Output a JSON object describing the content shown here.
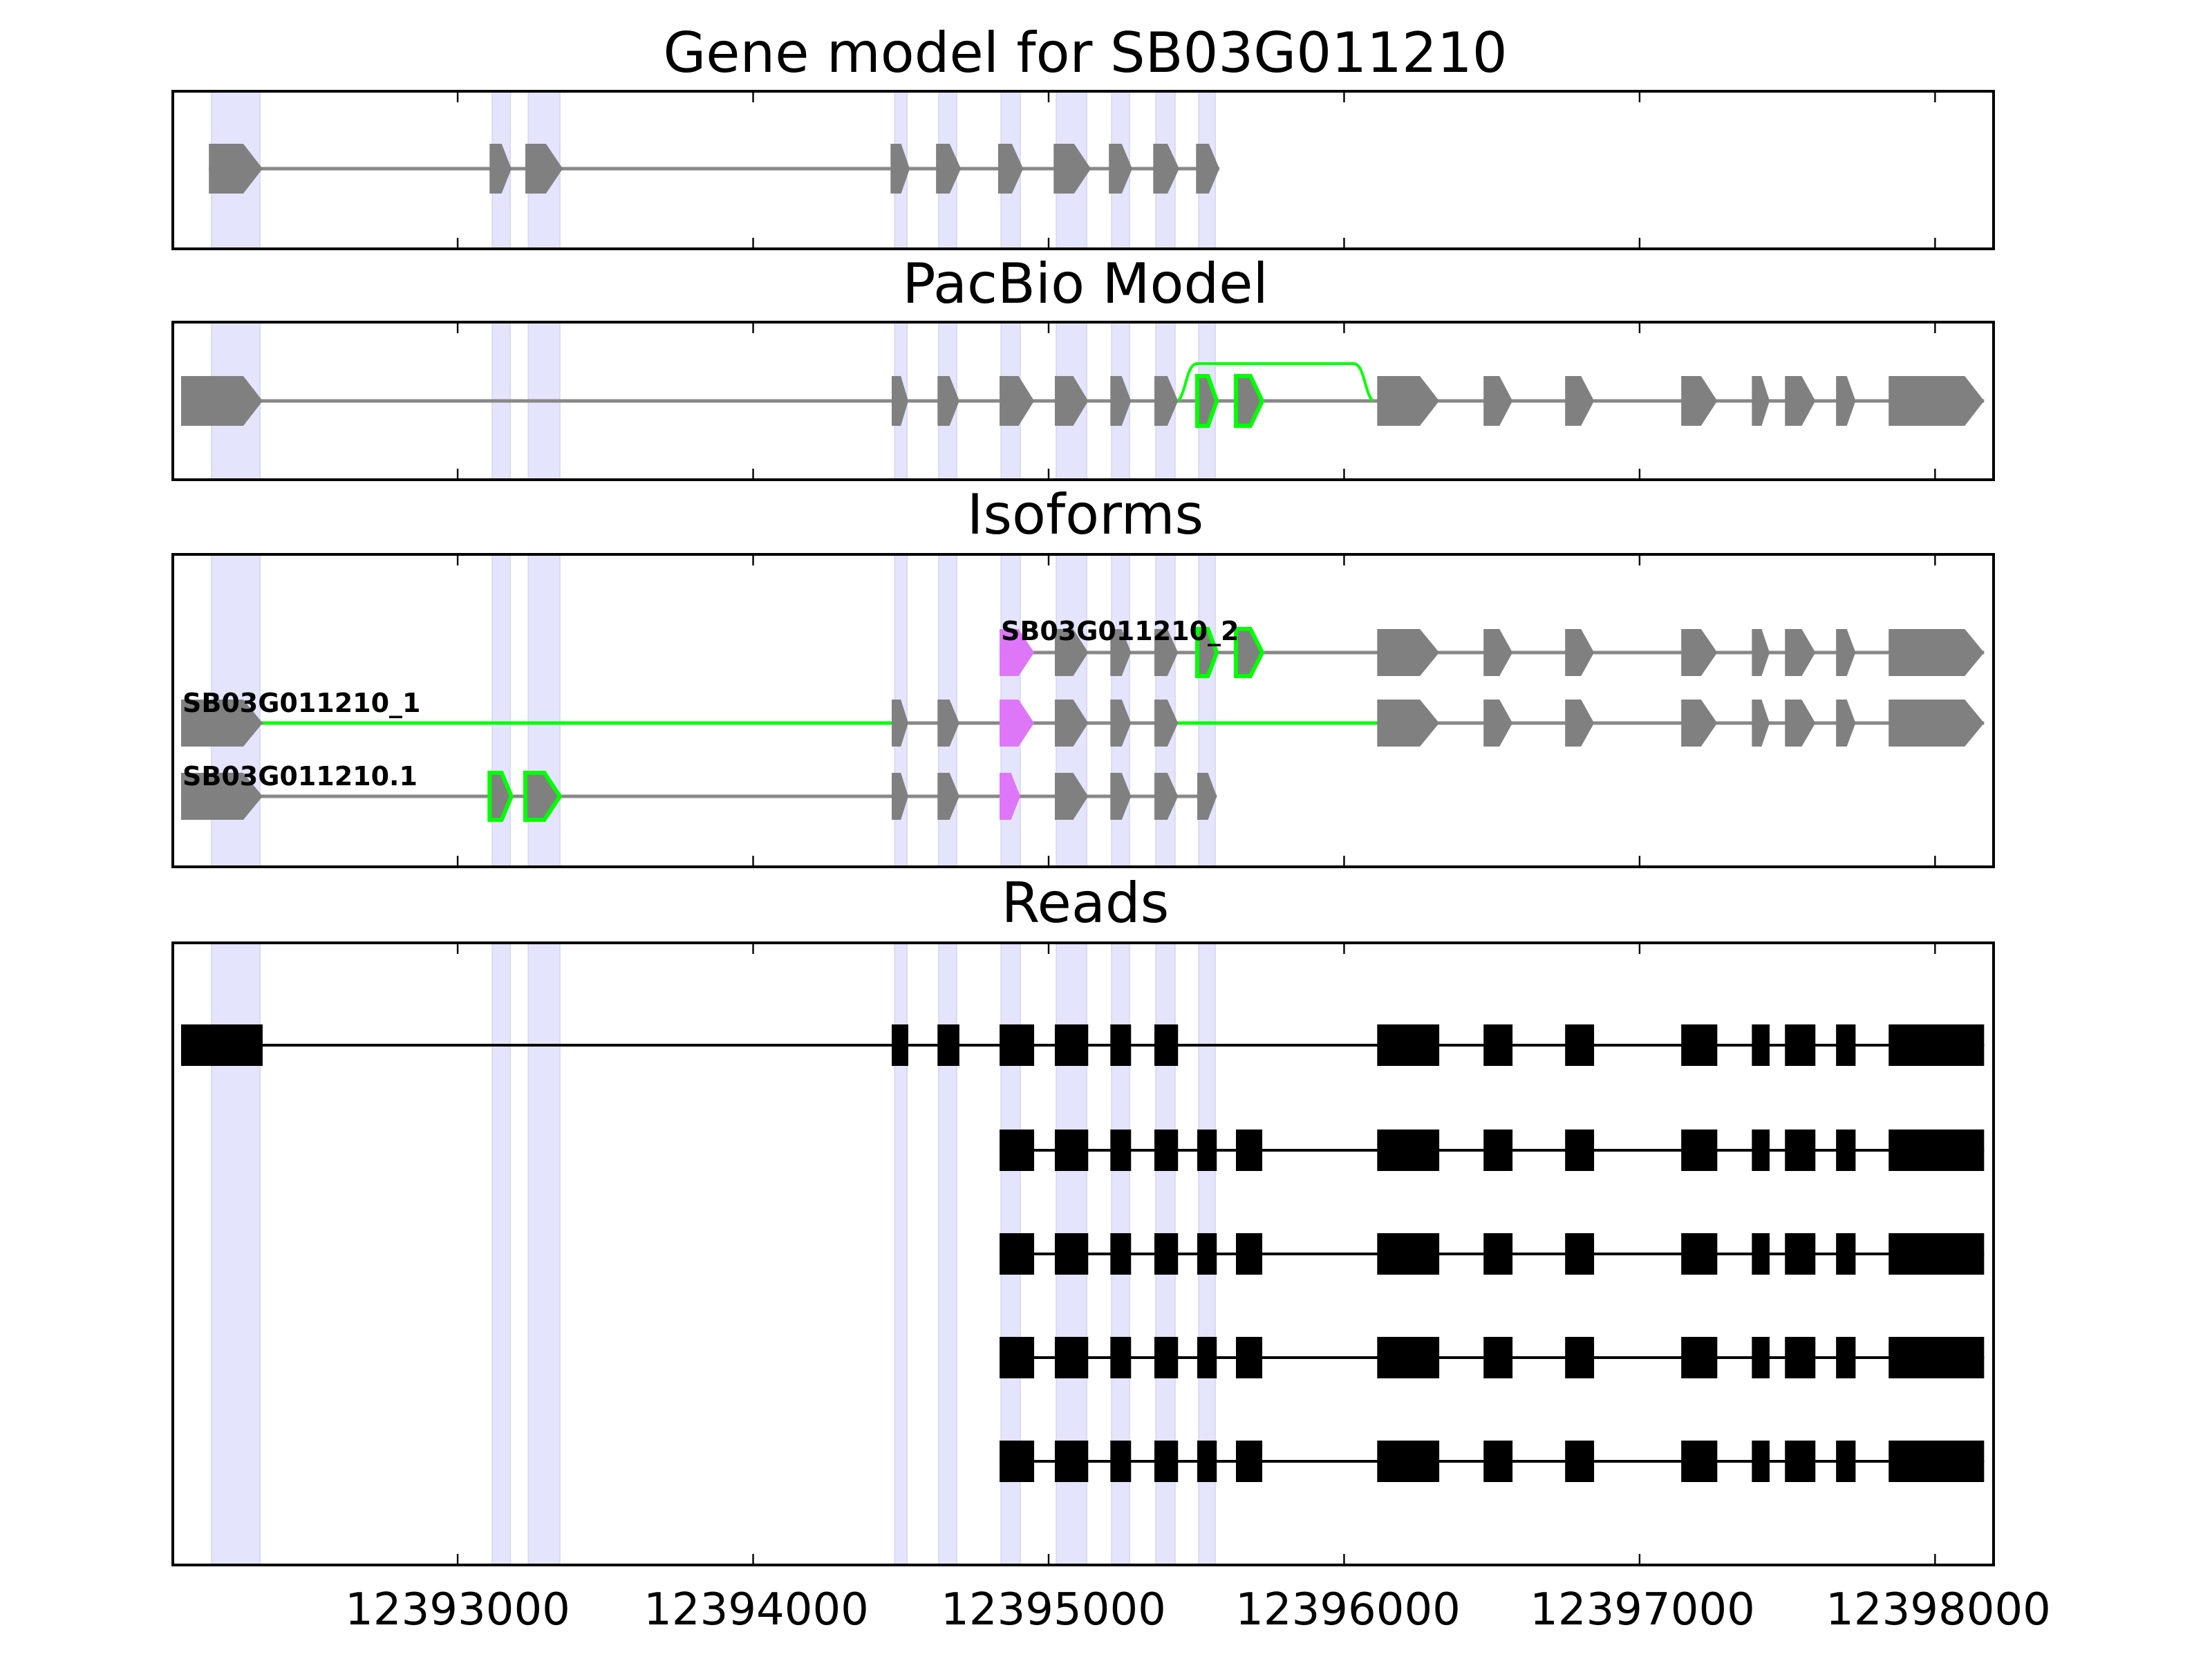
{
  "chart_data": {
    "type": "gene-structure",
    "xlim": [
      12392036,
      12398198
    ],
    "x_ticks": [
      12393000,
      12394000,
      12395000,
      12396000,
      12397000,
      12398000
    ],
    "x_tick_labels": [
      "12393000",
      "12394000",
      "12395000",
      "12396000",
      "12397000",
      "12398000"
    ],
    "colors": {
      "exon": "#808080",
      "novel": "#00ff00",
      "alt": "#dd77f7",
      "band": "#e4e4fc",
      "read": "#000000",
      "intron": "#888888"
    },
    "highlight_bands": [
      [
        12392167,
        12392331
      ],
      [
        12393117,
        12393178
      ],
      [
        12393239,
        12393346
      ],
      [
        12394479,
        12394521
      ],
      [
        12394628,
        12394689
      ],
      [
        12394839,
        12394904
      ],
      [
        12395026,
        12395129
      ],
      [
        12395213,
        12395274
      ],
      [
        12395363,
        12395428
      ],
      [
        12395508,
        12395564
      ]
    ],
    "panels": [
      {
        "title": "Gene model for SB03G011210",
        "rows": [
          {
            "label": "",
            "exons": [
              [
                12392158,
                12392340,
                "gray"
              ],
              [
                12393108,
                12393182,
                "gray"
              ],
              [
                12393229,
                12393356,
                "gray"
              ],
              [
                12394465,
                12394530,
                "gray"
              ],
              [
                12394619,
                12394703,
                "gray"
              ],
              [
                12394829,
                12394914,
                "gray"
              ],
              [
                12395017,
                12395143,
                "gray"
              ],
              [
                12395204,
                12395283,
                "gray"
              ],
              [
                12395354,
                12395442,
                "gray"
              ],
              [
                12395499,
                12395578,
                "gray"
              ]
            ],
            "novel_introns": []
          }
        ]
      },
      {
        "title": "PacBio Model",
        "rows": [
          {
            "label": "",
            "exons": [
              [
                12392064,
                12392340,
                "gray"
              ],
              [
                12394469,
                12394525,
                "gray"
              ],
              [
                12394624,
                12394698,
                "gray"
              ],
              [
                12394834,
                12394951,
                "gray"
              ],
              [
                12395021,
                12395134,
                "gray"
              ],
              [
                12395209,
                12395279,
                "gray"
              ],
              [
                12395358,
                12395438,
                "gray"
              ],
              [
                12395503,
                12395569,
                "green"
              ],
              [
                12395634,
                12395723,
                "green"
              ],
              [
                12396112,
                12396322,
                "gray"
              ],
              [
                12396472,
                12396570,
                "gray"
              ],
              [
                12396748,
                12396846,
                "gray"
              ],
              [
                12397141,
                12397263,
                "gray"
              ],
              [
                12397380,
                12397440,
                "gray"
              ],
              [
                12397492,
                12397595,
                "gray"
              ],
              [
                12397665,
                12397731,
                "gray"
              ],
              [
                12397843,
                12398166,
                "gray"
              ]
            ],
            "novel_introns": [],
            "skip_arcs": [
              [
                12395438,
                12396097
              ]
            ]
          }
        ]
      },
      {
        "title": "Isoforms",
        "rows": [
          {
            "label": "SB03G011210_2",
            "exons": [
              [
                12394834,
                12394951,
                "pink"
              ],
              [
                12395021,
                12395134,
                "gray"
              ],
              [
                12395209,
                12395279,
                "gray"
              ],
              [
                12395358,
                12395438,
                "gray"
              ],
              [
                12395503,
                12395569,
                "green"
              ],
              [
                12395634,
                12395723,
                "green"
              ],
              [
                12396112,
                12396322,
                "gray"
              ],
              [
                12396472,
                12396570,
                "gray"
              ],
              [
                12396748,
                12396846,
                "gray"
              ],
              [
                12397141,
                12397263,
                "gray"
              ],
              [
                12397380,
                12397440,
                "gray"
              ],
              [
                12397492,
                12397595,
                "gray"
              ],
              [
                12397665,
                12397731,
                "gray"
              ],
              [
                12397843,
                12398166,
                "gray"
              ]
            ],
            "novel_introns": []
          },
          {
            "label": "SB03G011210_1",
            "exons": [
              [
                12392064,
                12392340,
                "gray"
              ],
              [
                12394469,
                12394525,
                "gray"
              ],
              [
                12394624,
                12394698,
                "gray"
              ],
              [
                12394834,
                12394951,
                "pink"
              ],
              [
                12395021,
                12395134,
                "gray"
              ],
              [
                12395209,
                12395279,
                "gray"
              ],
              [
                12395358,
                12395438,
                "gray"
              ],
              [
                12396112,
                12396322,
                "gray"
              ],
              [
                12396472,
                12396570,
                "gray"
              ],
              [
                12396748,
                12396846,
                "gray"
              ],
              [
                12397141,
                12397263,
                "gray"
              ],
              [
                12397380,
                12397440,
                "gray"
              ],
              [
                12397492,
                12397595,
                "gray"
              ],
              [
                12397665,
                12397731,
                "gray"
              ],
              [
                12397843,
                12398166,
                "gray"
              ]
            ],
            "novel_introns": [
              [
                12392340,
                12394469
              ],
              [
                12395438,
                12396112
              ]
            ]
          },
          {
            "label": "SB03G011210.1",
            "exons": [
              [
                12392064,
                12392340,
                "gray"
              ],
              [
                12393108,
                12393182,
                "green"
              ],
              [
                12393229,
                12393346,
                "green"
              ],
              [
                12394469,
                12394525,
                "gray"
              ],
              [
                12394624,
                12394698,
                "gray"
              ],
              [
                12394834,
                12394904,
                "pink"
              ],
              [
                12395021,
                12395134,
                "gray"
              ],
              [
                12395209,
                12395279,
                "gray"
              ],
              [
                12395358,
                12395438,
                "gray"
              ],
              [
                12395503,
                12395569,
                "gray"
              ]
            ],
            "novel_introns": []
          }
        ]
      },
      {
        "title": "Reads",
        "rows": [
          {
            "label": "",
            "exons": [
              [
                12392064,
                12392340
              ],
              [
                12394469,
                12394525
              ],
              [
                12394624,
                12394698
              ],
              [
                12394834,
                12394951
              ],
              [
                12395021,
                12395134
              ],
              [
                12395209,
                12395279
              ],
              [
                12395358,
                12395438
              ],
              [
                12396112,
                12396322
              ],
              [
                12396472,
                12396570
              ],
              [
                12396748,
                12396846
              ],
              [
                12397141,
                12397263
              ],
              [
                12397380,
                12397440
              ],
              [
                12397492,
                12397595
              ],
              [
                12397665,
                12397731
              ],
              [
                12397843,
                12398166
              ]
            ]
          },
          {
            "label": "",
            "exons": [
              [
                12394834,
                12394951
              ],
              [
                12395021,
                12395134
              ],
              [
                12395209,
                12395279
              ],
              [
                12395358,
                12395438
              ],
              [
                12395503,
                12395569
              ],
              [
                12395634,
                12395723
              ],
              [
                12396112,
                12396322
              ],
              [
                12396472,
                12396570
              ],
              [
                12396748,
                12396846
              ],
              [
                12397141,
                12397263
              ],
              [
                12397380,
                12397440
              ],
              [
                12397492,
                12397595
              ],
              [
                12397665,
                12397731
              ],
              [
                12397843,
                12398166
              ]
            ]
          },
          {
            "label": "",
            "exons": [
              [
                12394834,
                12394951
              ],
              [
                12395021,
                12395134
              ],
              [
                12395209,
                12395279
              ],
              [
                12395358,
                12395438
              ],
              [
                12395503,
                12395569
              ],
              [
                12395634,
                12395723
              ],
              [
                12396112,
                12396322
              ],
              [
                12396472,
                12396570
              ],
              [
                12396748,
                12396846
              ],
              [
                12397141,
                12397263
              ],
              [
                12397380,
                12397440
              ],
              [
                12397492,
                12397595
              ],
              [
                12397665,
                12397731
              ],
              [
                12397843,
                12398166
              ]
            ]
          },
          {
            "label": "",
            "exons": [
              [
                12394834,
                12394951
              ],
              [
                12395021,
                12395134
              ],
              [
                12395209,
                12395279
              ],
              [
                12395358,
                12395438
              ],
              [
                12395503,
                12395569
              ],
              [
                12395634,
                12395723
              ],
              [
                12396112,
                12396322
              ],
              [
                12396472,
                12396570
              ],
              [
                12396748,
                12396846
              ],
              [
                12397141,
                12397263
              ],
              [
                12397380,
                12397440
              ],
              [
                12397492,
                12397595
              ],
              [
                12397665,
                12397731
              ],
              [
                12397843,
                12398166
              ]
            ]
          },
          {
            "label": "",
            "exons": [
              [
                12394834,
                12394951
              ],
              [
                12395021,
                12395134
              ],
              [
                12395209,
                12395279
              ],
              [
                12395358,
                12395438
              ],
              [
                12395503,
                12395569
              ],
              [
                12395634,
                12395723
              ],
              [
                12396112,
                12396322
              ],
              [
                12396472,
                12396570
              ],
              [
                12396748,
                12396846
              ],
              [
                12397141,
                12397263
              ],
              [
                12397380,
                12397440
              ],
              [
                12397492,
                12397595
              ],
              [
                12397665,
                12397731
              ],
              [
                12397843,
                12398166
              ]
            ]
          }
        ]
      }
    ]
  }
}
